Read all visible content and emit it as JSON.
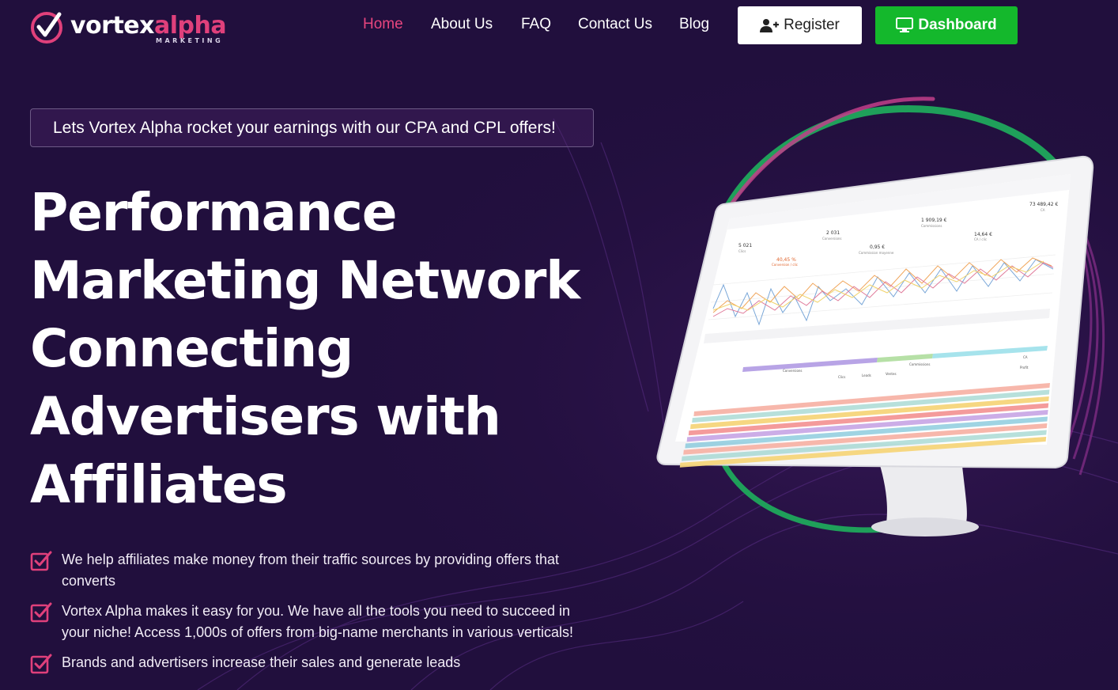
{
  "brand": {
    "name_part1": "vortex",
    "name_part2": "alpha",
    "sub": "MARKETING",
    "accent": "#e0407b",
    "icon": "checkmark-circle-logo-icon"
  },
  "nav": {
    "items": [
      {
        "label": "Home",
        "active": true
      },
      {
        "label": "About Us",
        "active": false
      },
      {
        "label": "FAQ",
        "active": false
      },
      {
        "label": "Contact Us",
        "active": false
      },
      {
        "label": "Blog",
        "active": false
      }
    ],
    "register_label": "Register",
    "register_icon": "user-plus-icon",
    "dashboard_label": "Dashboard",
    "dashboard_icon": "monitor-icon",
    "dashboard_color": "#14b82c"
  },
  "hero": {
    "tagline": "Lets Vortex Alpha rocket your earnings with our CPA and CPL offers!",
    "title_lines": [
      "Performance",
      "Marketing Network",
      "Connecting",
      "Advertisers with",
      "Affiliates"
    ],
    "features": [
      " We help affiliates make money from their traffic sources by providing offers that converts",
      "Vortex Alpha makes it easy for you. We have all the tools you need to succeed in your niche! Access 1,000s of offers from big-name merchants in various verticals!",
      " Brands and advertisers increase their sales and generate leads"
    ],
    "feature_icon": "checkbox-checked-icon"
  },
  "dashboard_preview": {
    "icon": "desktop-monitor-illustration",
    "stats": [
      {
        "value": "5 021",
        "label": "Clics"
      },
      {
        "value": "40,45 %",
        "label": "Conversion / clic"
      },
      {
        "value": "2 031",
        "label": "Conversions"
      },
      {
        "value": "0,95 €",
        "label": "Commission moyenne"
      },
      {
        "value": "1 909,19 €",
        "label": "Commissions"
      },
      {
        "value": "14,64 €",
        "label": "CA / clic"
      },
      {
        "value": "73 489,42 €",
        "label": "CA"
      }
    ],
    "table_headers": [
      "Conversions",
      "Clics",
      "Leads",
      "Ventes",
      "Commissions",
      "CA",
      "Profit"
    ],
    "row_colors": [
      "#f7b3a6",
      "#9fd6cf",
      "#f5d57a",
      "#f07a7a",
      "#c9a9e6",
      "#7fc6d9"
    ]
  }
}
